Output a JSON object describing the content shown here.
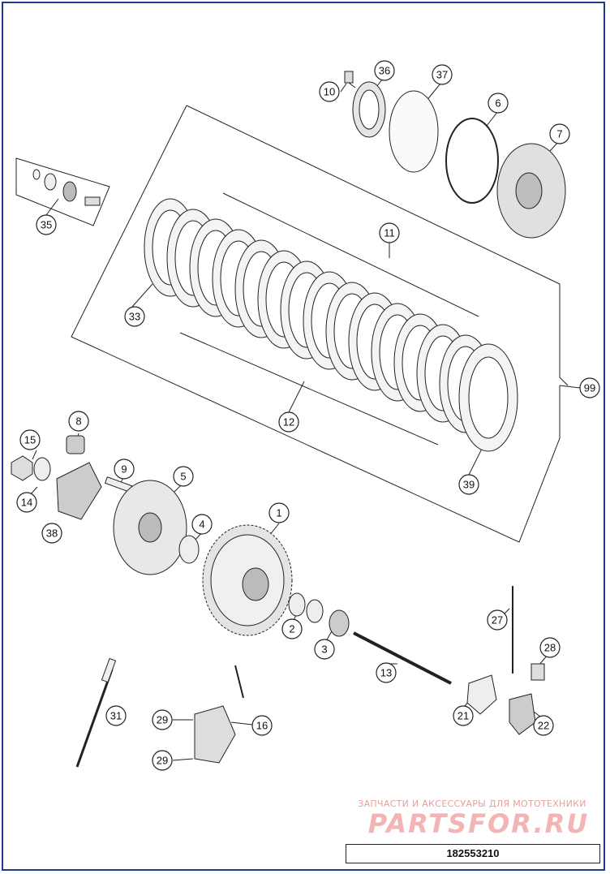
{
  "callouts": [
    "1",
    "2",
    "3",
    "4",
    "5",
    "6",
    "7",
    "8",
    "9",
    "10",
    "11",
    "12",
    "13",
    "14",
    "15",
    "16",
    "21",
    "22",
    "27",
    "28",
    "29",
    "29",
    "31",
    "33",
    "35",
    "36",
    "37",
    "38",
    "39",
    "99"
  ],
  "watermark": {
    "subtitle": "ЗАПЧАСТИ И АКСЕССУАРЫ ДЛЯ МОТОТЕХНИКИ",
    "brand": "PARTSFOR.RU"
  },
  "part_number": "182553210",
  "colors": {
    "frame": "#1e3a8a",
    "line": "#222222",
    "part_fill": "#e8e8e8",
    "watermark": "#f2b4b4"
  }
}
